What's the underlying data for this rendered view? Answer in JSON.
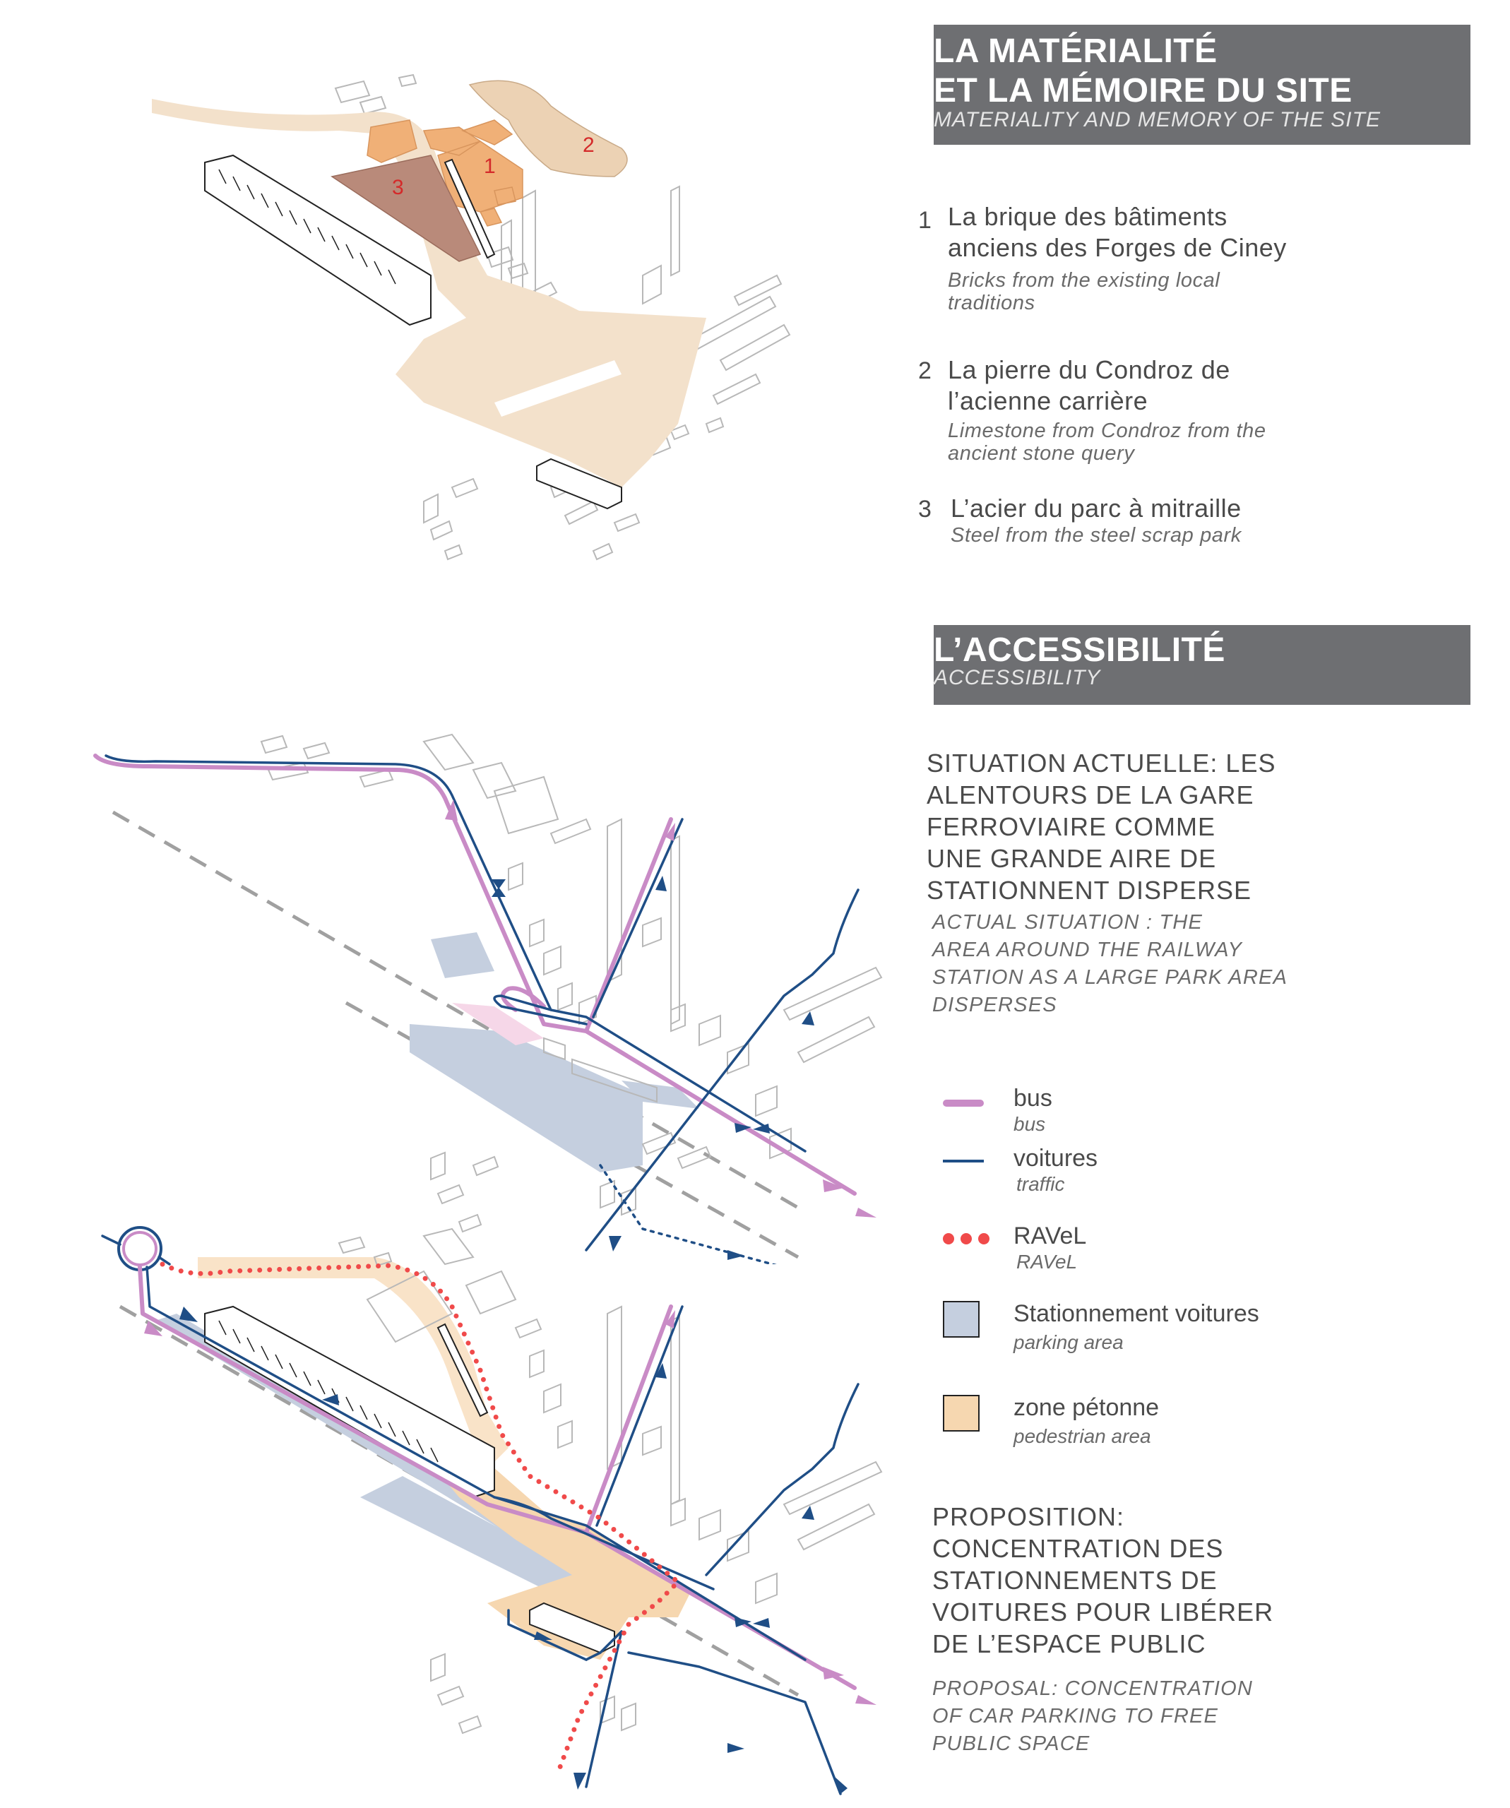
{
  "section1": {
    "title_line1": "LA MATÉRIALITÉ",
    "title_line2": "ET LA MÉMOIRE DU SITE",
    "subtitle": "MATERIALITY AND MEMORY OF THE SITE",
    "items": [
      {
        "num": "1",
        "fr_line1": "La brique des bâtiments",
        "fr_line2": "anciens des Forges de Ciney",
        "en_line1": "Bricks from the existing local",
        "en_line2": "traditions"
      },
      {
        "num": "2",
        "fr_line1": "La pierre du Condroz de",
        "fr_line2": "l’acienne carrière",
        "en_line1": "Limestone from Condroz from the",
        "en_line2": "ancient stone query"
      },
      {
        "num": "3",
        "fr_line1": "L’acier du parc à mitraille",
        "en_line1": "Steel from the steel scrap park"
      }
    ],
    "map_labels": [
      "1",
      "2",
      "3"
    ]
  },
  "section2": {
    "title": "L’ACCESSIBILITÉ",
    "subtitle": "ACCESSIBILITY",
    "situation": {
      "fr": [
        "SITUATION ACTUELLE: LES",
        "ALENTOURS DE LA GARE",
        "FERROVIAIRE COMME",
        "UNE GRANDE AIRE DE",
        "STATIONNENT DISPERSE"
      ],
      "en": [
        "ACTUAL SITUATION : THE",
        "AREA AROUND THE RAILWAY",
        "STATION AS A LARGE PARK AREA",
        "DISPERSES"
      ]
    },
    "legend": [
      {
        "label": "bus",
        "sub": "bus",
        "color": "#c98bc6"
      },
      {
        "label": "voitures",
        "sub": "traffic",
        "color": "#1f4e86"
      },
      {
        "label": "RAVeL",
        "sub": "RAVeL",
        "color": "#f04a4a"
      },
      {
        "label": "Stationnement voitures",
        "sub": "parking area",
        "color": "#c5cfdf"
      },
      {
        "label": "zone pétonne",
        "sub": "pedestrian area",
        "color": "#f6d7b0"
      }
    ],
    "proposal": {
      "fr": [
        "PROPOSITION:",
        "CONCENTRATION DES",
        "STATIONNEMENTS DE",
        "VOITURES POUR LIBÉRER",
        "DE L’ESPACE PUBLIC"
      ],
      "en": [
        "PROPOSAL: CONCENTRATION",
        "OF CAR PARKING TO FREE",
        "PUBLIC SPACE"
      ]
    }
  },
  "colors": {
    "header_bg": "#6e6f72",
    "brick": "#f0b077",
    "stone": "#ecd2b4",
    "steel": "#b98a7a",
    "ground": "#f3e1cb",
    "bus": "#c98bc6",
    "car": "#1f4e86",
    "ravel": "#f04a4a",
    "parking": "#c5cfdf",
    "pedestrian": "#f6d7b0",
    "label_red": "#d42a2a"
  }
}
